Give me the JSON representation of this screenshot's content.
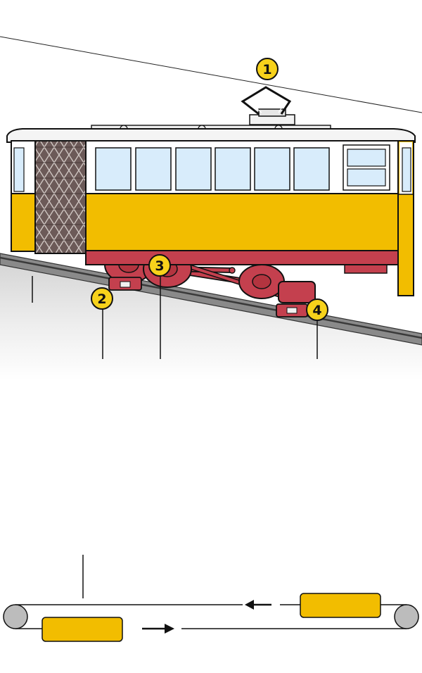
{
  "callouts": [
    {
      "id": 1,
      "label": "1",
      "part": "pantograph"
    },
    {
      "id": 2,
      "label": "2",
      "part": "lower-track-wheels"
    },
    {
      "id": 3,
      "label": "3",
      "part": "connecting-rod"
    },
    {
      "id": 4,
      "label": "4",
      "part": "upper-track-wheels"
    }
  ],
  "colors": {
    "body_yellow": "#f2bd00",
    "undercarriage_red": "#c4404e",
    "window_blue": "#d8ecfb",
    "door_grille": "#6c5a58",
    "rail": "#555555",
    "pulley": "#bcbcbc",
    "callout_fill": "#f7d21b"
  },
  "icons": [
    "arrow-left-icon",
    "arrow-right-icon"
  ]
}
